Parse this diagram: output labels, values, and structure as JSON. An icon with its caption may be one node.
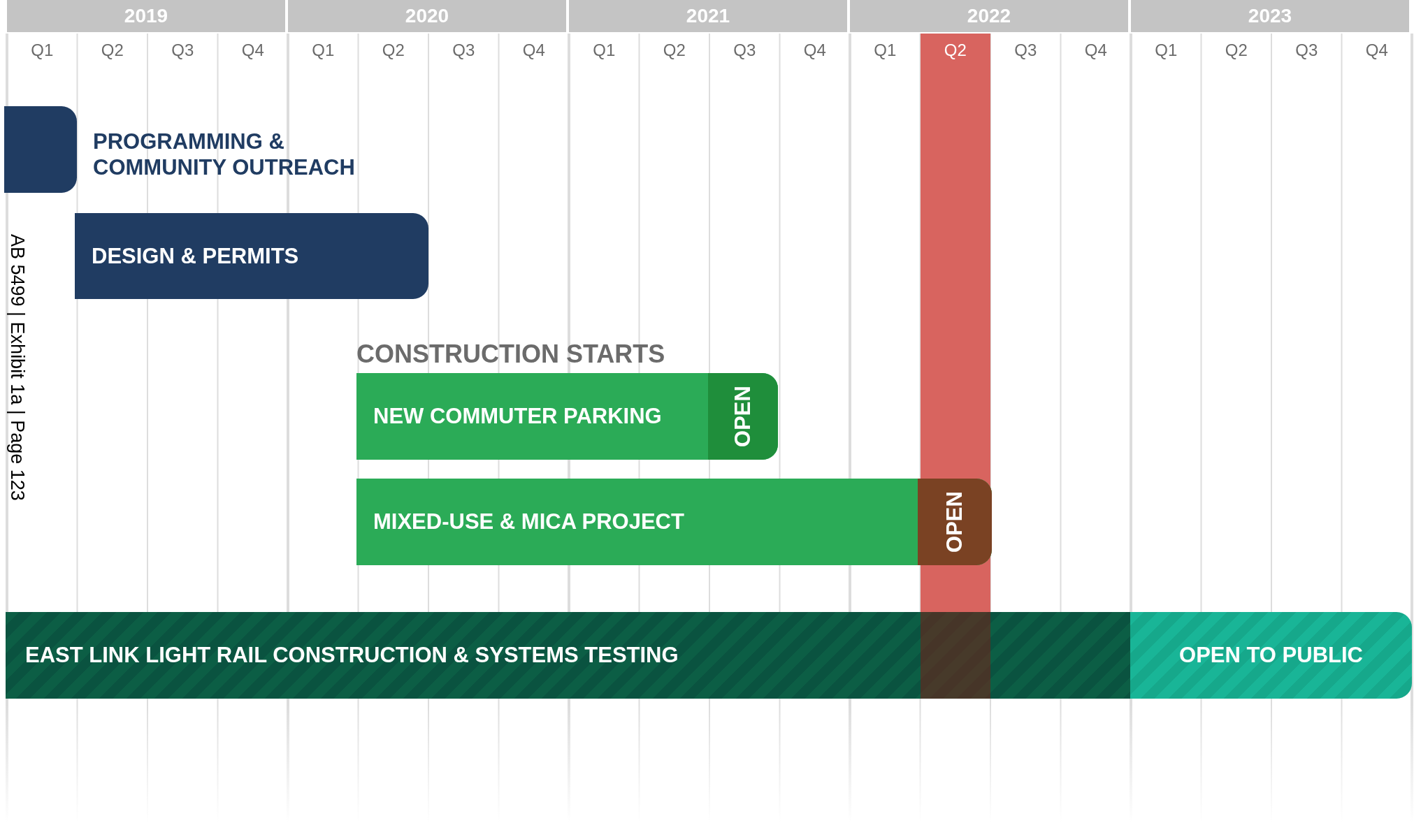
{
  "diagram": {
    "nodes": [
      {
        "text": [],
        "shape": "bar",
        "beside": [
          "PROGRAMMING & COMMUNITY OUTREACH"
        ]
      },
      {
        "text": [
          "DESIGN & PERMITS"
        ]
      },
      {
        "text": [
          "NEW COMMUTER PARKING"
        ]
      },
      {
        "text": [
          "OPEN"
        ],
        "in": 2
      },
      {
        "text": [
          "MIXED-USE & MICA PROJECT"
        ]
      },
      {
        "text": [
          "OPEN"
        ],
        "in": 4
      },
      {
        "text": [
          "EAST LINK LIGHT RAIL CONSTRUCTION & SYSTEMS TESTING"
        ]
      },
      {
        "text": [
          "OPEN TO PUBLIC"
        ]
      }
    ],
    "edges": [],
    "labels": [
      "2019",
      "2020",
      "2021",
      "2022",
      "2023",
      "Q1",
      "Q2",
      "Q3",
      "Q4",
      "Q1",
      "Q2",
      "Q3",
      "Q4",
      "Q1",
      "Q2",
      "Q3",
      "Q4",
      "Q1",
      "Q2",
      "Q3",
      "Q4",
      "Q1",
      "Q2",
      "Q3",
      "Q4",
      "CONSTRUCTION STARTS",
      "AB 5499 | Exhibit 1a | Page 123"
    ]
  }
}
